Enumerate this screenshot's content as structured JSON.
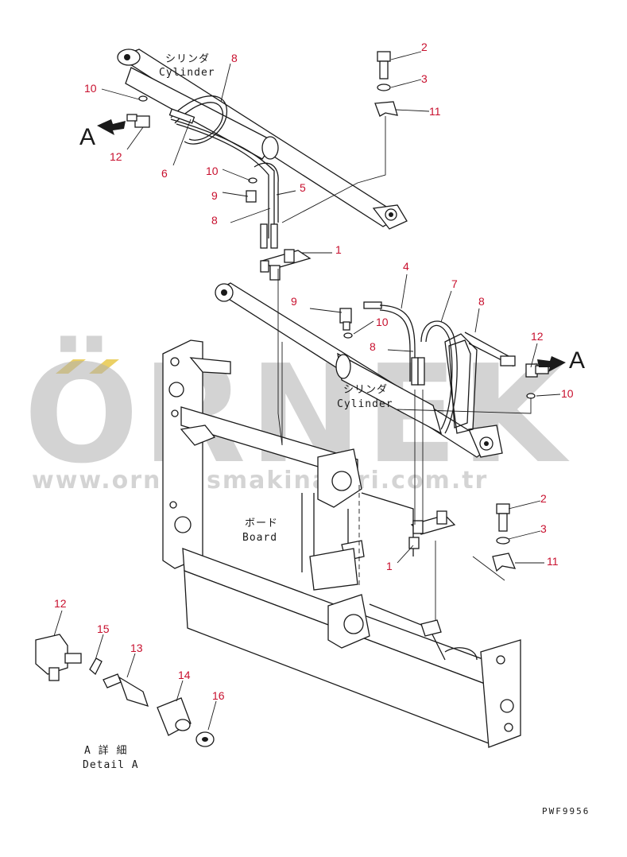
{
  "labels": {
    "cylinder_jp": "シリンダ",
    "cylinder_en": "Cylinder",
    "board_jp": "ボード",
    "board_en": "Board",
    "detail_jp": "A 詳 細",
    "detail_en": "Detail A",
    "view_marker": "A",
    "drawing_code": "PWF9956"
  },
  "part_numbers": {
    "p1": "1",
    "p2": "2",
    "p3": "3",
    "p4": "4",
    "p5": "5",
    "p6": "6",
    "p7": "7",
    "p8": "8",
    "p9": "9",
    "p10": "10",
    "p11": "11",
    "p12": "12",
    "p13": "13",
    "p14": "14",
    "p15": "15",
    "p16": "16"
  },
  "watermark": {
    "brand": "ÖRNEK",
    "url": "www.ornekismakinalari.com.tr"
  },
  "colors": {
    "callout_number": "#c8102e",
    "line_art": "#1a1a1a",
    "watermark": "#b0b0b0",
    "watermark_accent": "#e8c84a"
  }
}
